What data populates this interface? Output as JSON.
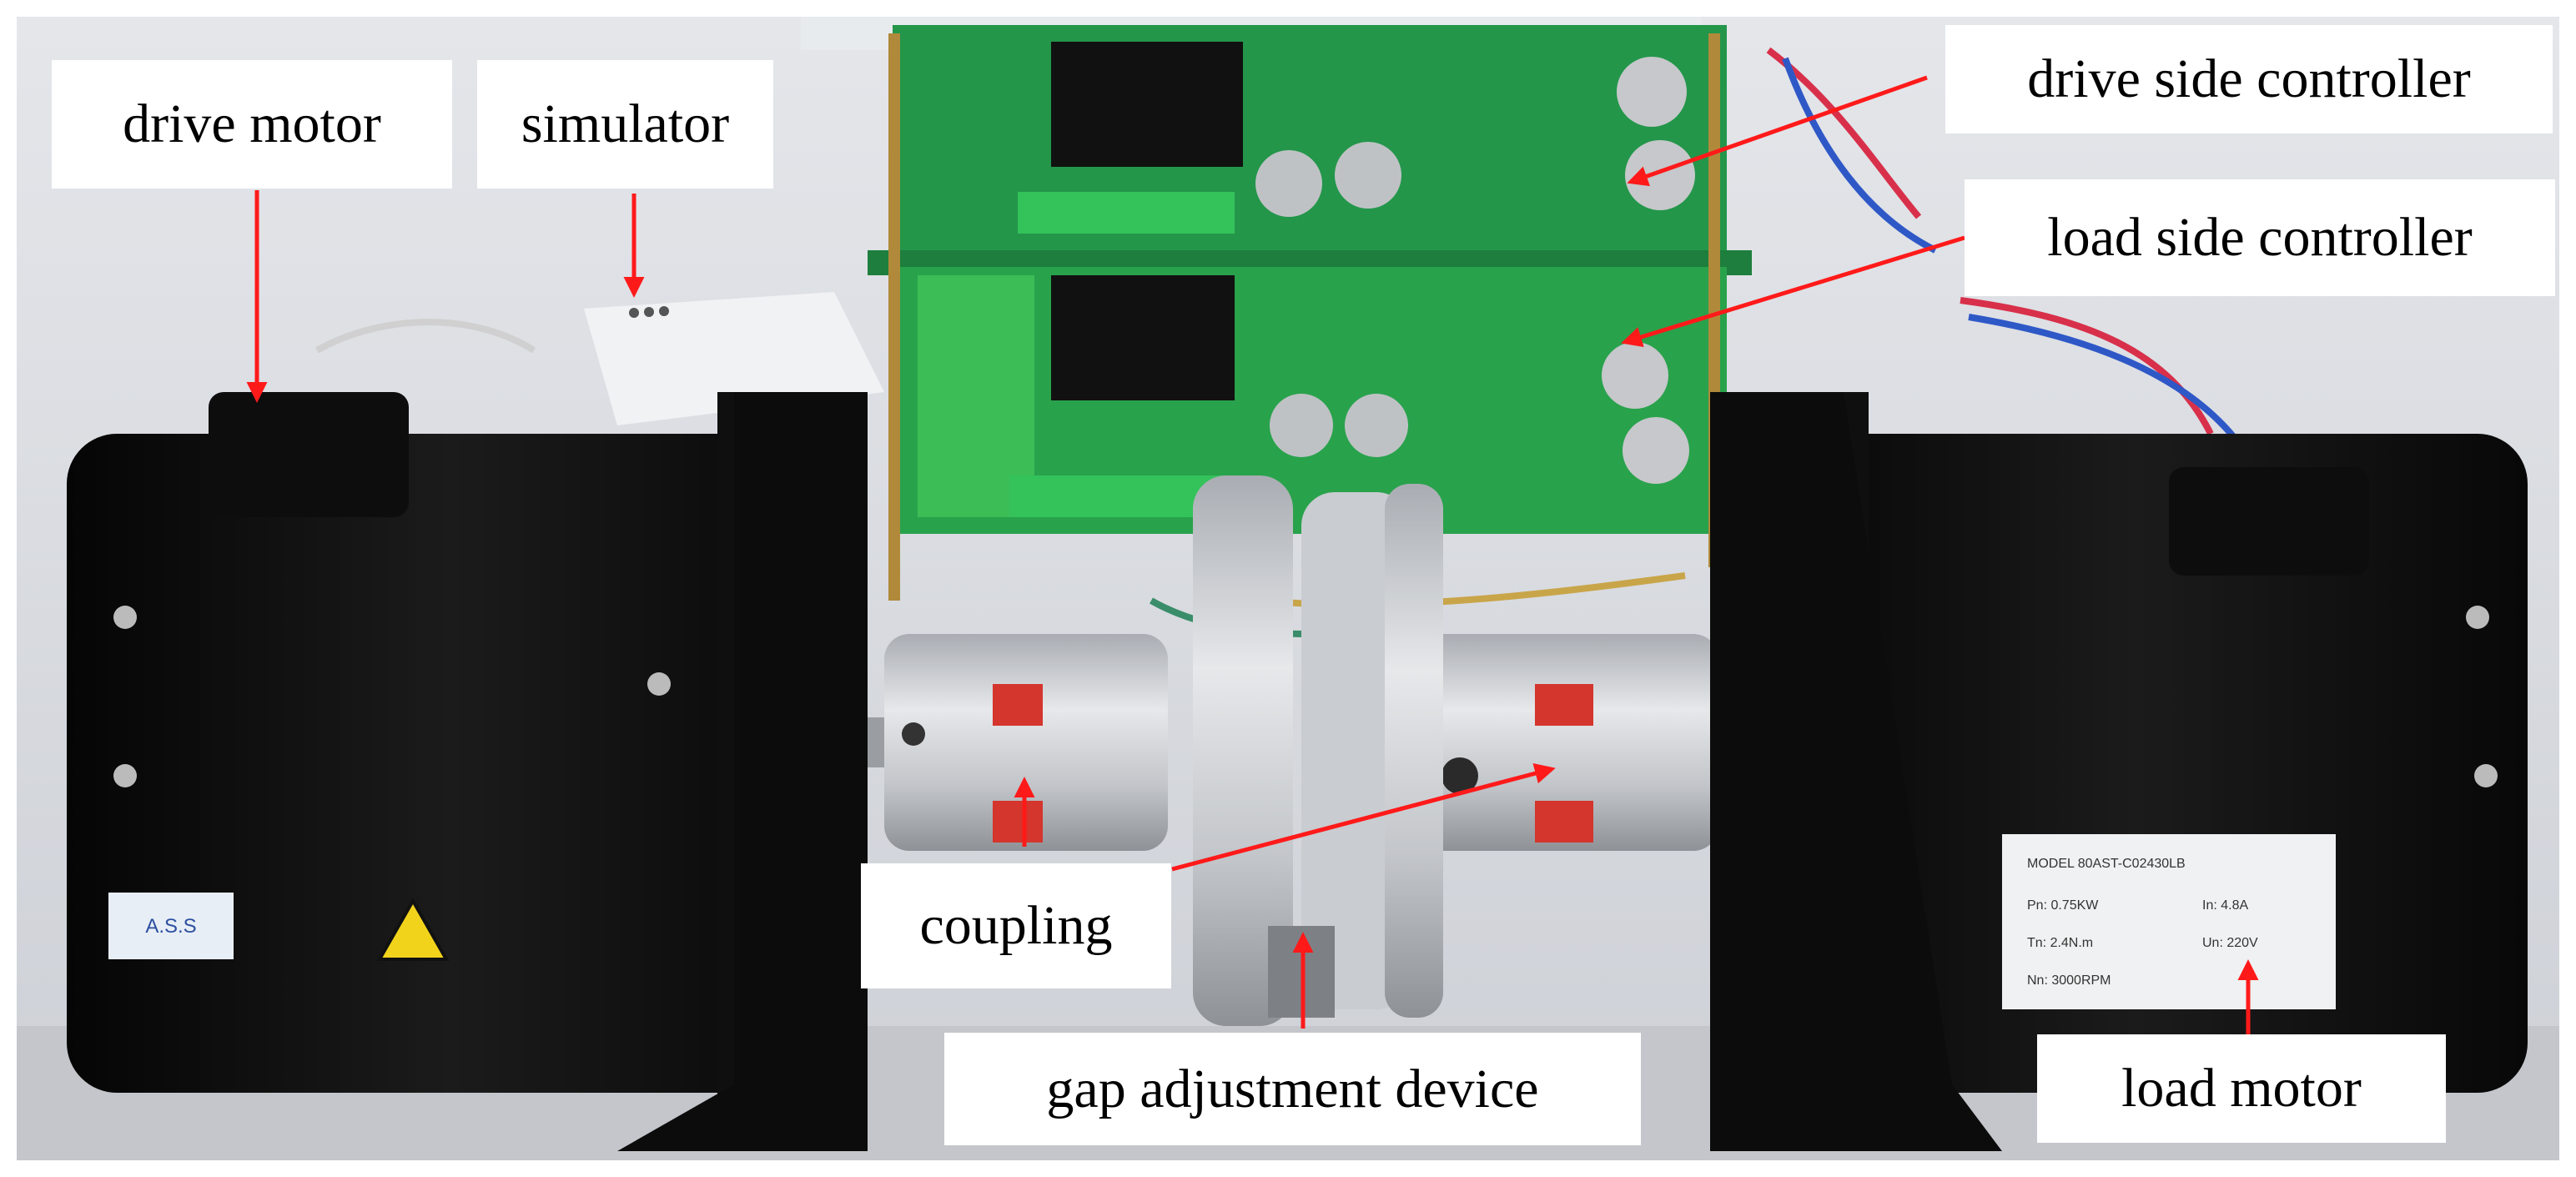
{
  "figure": {
    "labels": {
      "drive_motor": "drive motor",
      "simulator": "simulator",
      "drive_side_controller": "drive side controller",
      "load_side_controller": "load side controller",
      "coupling": "coupling",
      "gap_adjustment_device": "gap adjustment device",
      "load_motor": "load motor"
    },
    "nameplate": {
      "model": "MODEL 80AST-C02430LB",
      "pn": "Pn: 0.75KW",
      "in": "In: 4.8A",
      "tn": "Tn: 2.4N.m",
      "un": "Un: 220V",
      "nn": "Nn: 3000RPM"
    },
    "sticker_text": "A.S.S",
    "colors": {
      "arrow": "#ff1a1a",
      "motor_body": "#121212",
      "coupling_metal": "#c7c9cc",
      "coupling_jaw": "#d4352d",
      "pcb": "#27a04a",
      "background": "#d9dbe0"
    }
  }
}
